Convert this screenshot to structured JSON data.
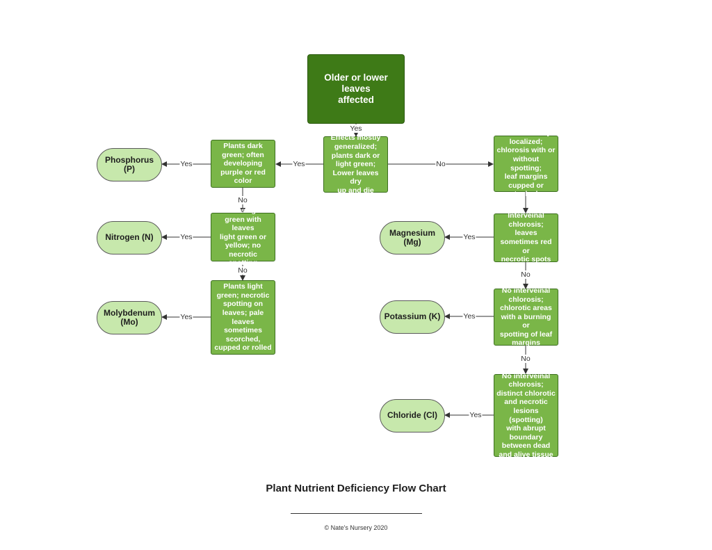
{
  "nodes": {
    "start": "Older or lower leaves\naffected",
    "generalized": "Effects mostly\ngeneralized;\nplants dark or\nlight green;\nLower leaves dry\nup and die",
    "localized": "Effects mostly\nlocalized;\nchlorosis with or\nwithout spotting;\nleaf margins\ncupped or tucked",
    "dark_green": "Plants dark\ngreen; often\ndeveloping\npurple or red\ncolor",
    "light_green": "Plants light\ngreen with leaves\nlight green or\nyellow; no\nnecrotic spotting",
    "light_green_necrotic": "Plants light\ngreen; necrotic\nspotting on\nleaves; pale\nleaves\nsometimes\nscorched,\ncupped or rolled",
    "interveinal": "Interveinal\nchlorosis; leaves\nsometimes red or\nnecrotic spots",
    "no_interveinal_burning": "No interveinal\nchlorosis;\nchlorotic areas\nwith a burning or\nspotting of leaf\nmargins",
    "no_interveinal_lesions": "No interveinal\nchlorosis;\ndistinct chlorotic\nand necrotic\nlesions (spotting)\nwith abrupt\nboundary\nbetween dead\nand alive tissue"
  },
  "results": {
    "phosphorus": "Phosphorus\n(P)",
    "nitrogen": "Nitrogen (N)",
    "molybdenum": "Molybdenum\n(Mo)",
    "magnesium": "Magnesium\n(Mg)",
    "potassium": "Potassium (K)",
    "chloride": "Chloride (Cl)"
  },
  "edge_labels": {
    "start_to_generalized": "Yes",
    "generalized_to_dark_green": "Yes",
    "generalized_to_localized": "No",
    "dark_green_to_phosphorus": "Yes",
    "dark_green_to_light_green": "No",
    "light_green_to_nitrogen": "Yes",
    "light_green_to_necrotic": "No",
    "necrotic_to_molybdenum": "Yes",
    "interveinal_to_magnesium": "Yes",
    "interveinal_to_no_interveinal": "No",
    "burning_to_potassium": "Yes",
    "burning_to_lesions": "No",
    "lesions_to_chloride": "Yes"
  },
  "title": "Plant Nutrient Deficiency Flow Chart",
  "copyright": "© Nate's Nursery 2020",
  "colors": {
    "start_fill": "#3e7a17",
    "node_fill": "#7ab648",
    "result_fill": "#c7e8ac"
  }
}
